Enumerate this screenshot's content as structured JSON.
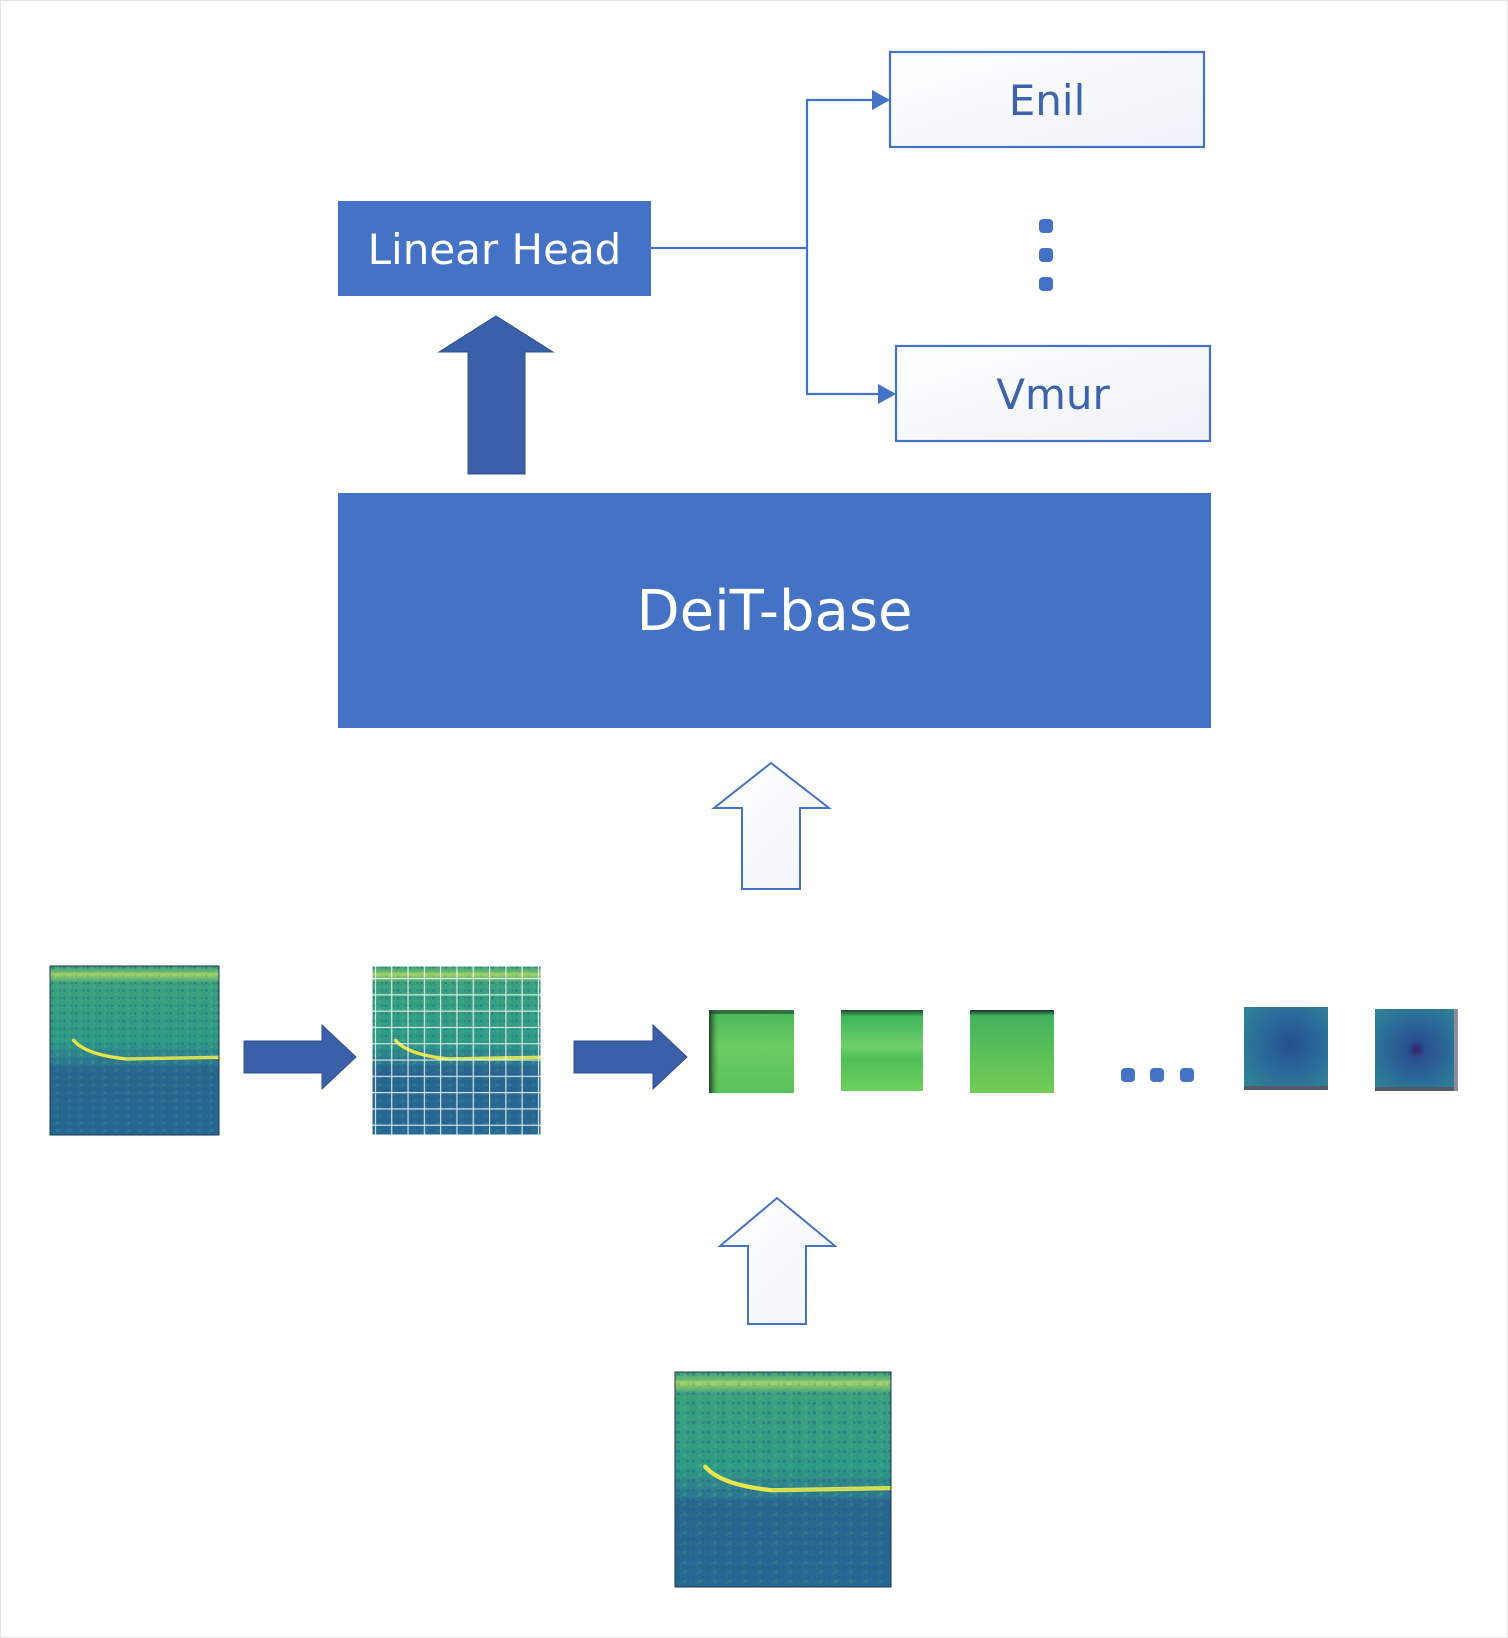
{
  "colors": {
    "primary_blue": "#4472C4",
    "dark_arrow_blue": "#3B5FA8",
    "outline_blue": "#4472C4",
    "output_box_fill": "#F7F8FC",
    "hollow_arrow_fill": "#FAFBFE",
    "spectrogram_background": "#2E9E86",
    "spectrogram_dark": "#2E5A8E",
    "spectrogram_signal": "#E8E44A",
    "patch_green": "#5CC85A",
    "patch_blue": "#2E6FA0"
  },
  "diagram": {
    "model_label": "DeiT-base",
    "head_label": "Linear Head",
    "outputs": {
      "first_label": "Enil",
      "last_label": "Vmur",
      "vertical_ellipsis": "⋮"
    },
    "patch_sequence_ellipsis": "…",
    "icons": {
      "input_image": "spectrogram-image",
      "grid_image": "patch-grid-image",
      "patch": "image-patch",
      "hollow_arrow": "hollow-up-arrow",
      "solid_arrow": "solid-arrow"
    }
  }
}
